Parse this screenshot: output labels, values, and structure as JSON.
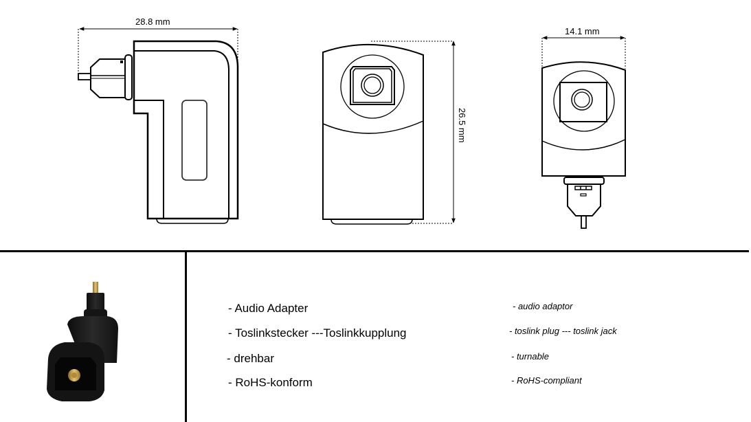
{
  "dimensions": {
    "width_side": "28.8 mm",
    "height_front": "26.5 mm",
    "width_back": "14.1 mm"
  },
  "views": {
    "side": "side-view-drawing",
    "front": "front-view-drawing",
    "rear": "rear-view-drawing"
  },
  "product_photo": {
    "description": "black right-angle toslink adapter with gold tip"
  },
  "features_de": [
    "- Audio Adapter",
    "- Toslinkstecker ---Toslinkkupplung",
    "- drehbar",
    "- RoHS-konform"
  ],
  "features_en": [
    "- audio adaptor",
    "- toslink plug --- toslink jack",
    "- turnable",
    "- RoHS-compliant"
  ],
  "colors": {
    "line": "#000000",
    "background": "#ffffff",
    "adapter_body": "#1a1a1a",
    "gold_tip": "#c9a24a"
  }
}
